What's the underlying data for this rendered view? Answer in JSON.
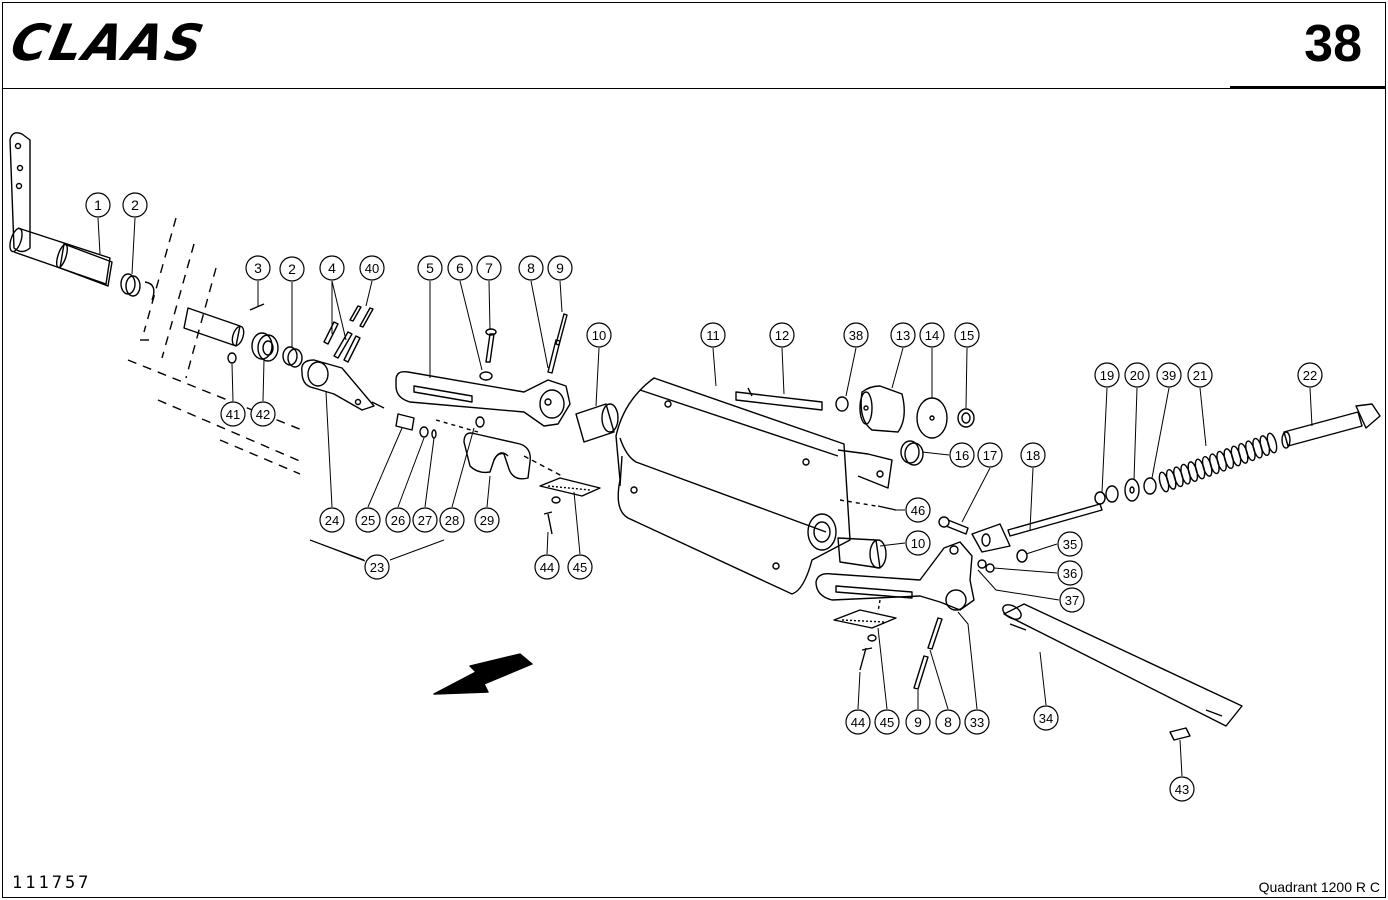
{
  "header": {
    "brand": "CLAAS",
    "page_number": "38"
  },
  "footer": {
    "drawing_number": "111757",
    "model": "Quadrant  1200 R C"
  },
  "callouts": [
    {
      "id": "c1",
      "label": "1"
    },
    {
      "id": "c2a",
      "label": "2"
    },
    {
      "id": "c2b",
      "label": "2"
    },
    {
      "id": "c3",
      "label": "3"
    },
    {
      "id": "c4",
      "label": "4"
    },
    {
      "id": "c40",
      "label": "40"
    },
    {
      "id": "c5",
      "label": "5"
    },
    {
      "id": "c6",
      "label": "6"
    },
    {
      "id": "c7",
      "label": "7"
    },
    {
      "id": "c8a",
      "label": "8"
    },
    {
      "id": "c9a",
      "label": "9"
    },
    {
      "id": "c10a",
      "label": "10"
    },
    {
      "id": "c11",
      "label": "11"
    },
    {
      "id": "c12",
      "label": "12"
    },
    {
      "id": "c38",
      "label": "38"
    },
    {
      "id": "c13",
      "label": "13"
    },
    {
      "id": "c14",
      "label": "14"
    },
    {
      "id": "c15",
      "label": "15"
    },
    {
      "id": "c16",
      "label": "16"
    },
    {
      "id": "c17",
      "label": "17"
    },
    {
      "id": "c18",
      "label": "18"
    },
    {
      "id": "c19",
      "label": "19"
    },
    {
      "id": "c20",
      "label": "20"
    },
    {
      "id": "c39",
      "label": "39"
    },
    {
      "id": "c21",
      "label": "21"
    },
    {
      "id": "c22",
      "label": "22"
    },
    {
      "id": "c41",
      "label": "41"
    },
    {
      "id": "c42",
      "label": "42"
    },
    {
      "id": "c24",
      "label": "24"
    },
    {
      "id": "c25",
      "label": "25"
    },
    {
      "id": "c26",
      "label": "26"
    },
    {
      "id": "c27",
      "label": "27"
    },
    {
      "id": "c28",
      "label": "28"
    },
    {
      "id": "c29",
      "label": "29"
    },
    {
      "id": "c23",
      "label": "23"
    },
    {
      "id": "c44a",
      "label": "44"
    },
    {
      "id": "c45a",
      "label": "45"
    },
    {
      "id": "c46",
      "label": "46"
    },
    {
      "id": "c10b",
      "label": "10"
    },
    {
      "id": "c35",
      "label": "35"
    },
    {
      "id": "c36",
      "label": "36"
    },
    {
      "id": "c37",
      "label": "37"
    },
    {
      "id": "c44b",
      "label": "44"
    },
    {
      "id": "c45b",
      "label": "45"
    },
    {
      "id": "c9b",
      "label": "9"
    },
    {
      "id": "c8b",
      "label": "8"
    },
    {
      "id": "c33",
      "label": "33"
    },
    {
      "id": "c34",
      "label": "34"
    },
    {
      "id": "c43",
      "label": "43"
    }
  ]
}
